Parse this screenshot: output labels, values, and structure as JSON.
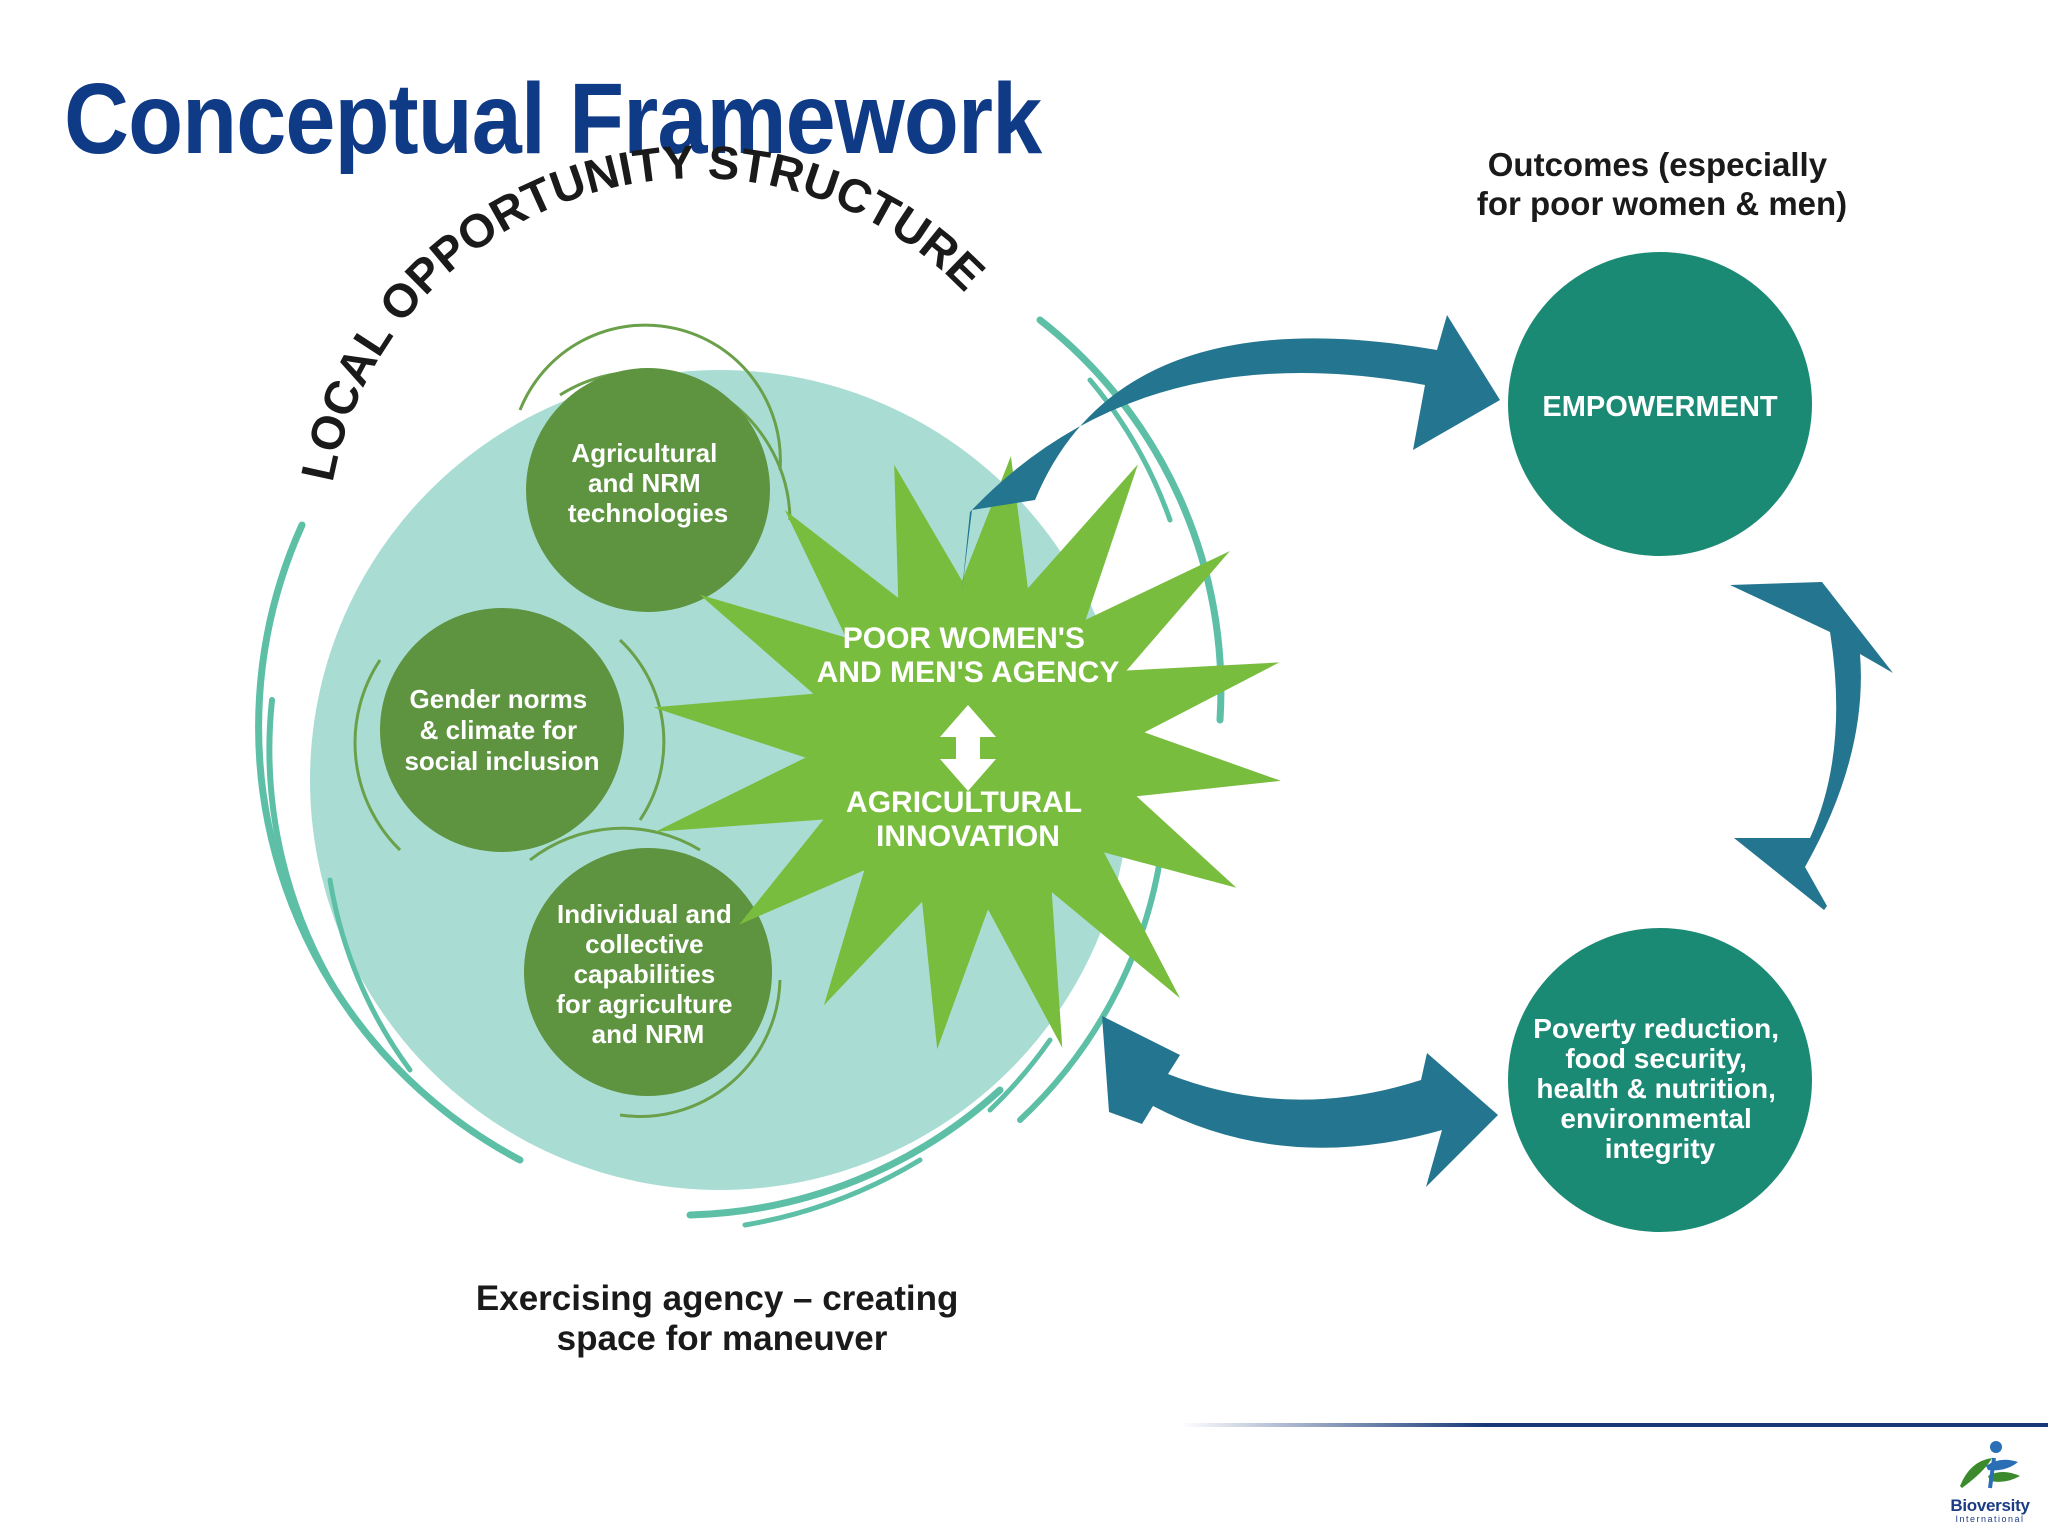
{
  "slide": {
    "title": "Conceptual Framework"
  },
  "diagram": {
    "arc_title": "LOCAL OPPORTUNITY STRUCTURE",
    "outcomes_heading": [
      "Outcomes (especially",
      "for poor women & men)"
    ],
    "factors": [
      {
        "lines": [
          "Agricultural",
          "and NRM",
          "technologies"
        ]
      },
      {
        "lines": [
          "Gender norms",
          "& climate for",
          "social inclusion"
        ]
      },
      {
        "lines": [
          "Individual and",
          "collective",
          "capabilities",
          "for agriculture",
          "and NRM"
        ]
      }
    ],
    "center": {
      "top_lines": [
        "POOR WOMEN'S",
        "AND MEN'S AGENCY"
      ],
      "bottom_lines": [
        "AGRICULTURAL",
        "INNOVATION"
      ]
    },
    "outcomes": [
      {
        "lines": [
          "EMPOWERMENT"
        ]
      },
      {
        "lines": [
          "Poverty reduction,",
          "food security,",
          "health & nutrition,",
          "environmental",
          "integrity"
        ]
      }
    ],
    "caption": [
      "Exercising agency – creating",
      "space for maneuver"
    ],
    "colors": {
      "title_blue": "#0f3a86",
      "big_circle": "#a9ddd4",
      "factor_circle": "#5e9340",
      "star_green": "#79bd3e",
      "outcome_teal": "#1a8a74",
      "arrow_blue": "#24758f",
      "ring_teal": "#5cbfa6"
    }
  },
  "logo": {
    "name": "Bioversity",
    "subtitle": "International"
  }
}
